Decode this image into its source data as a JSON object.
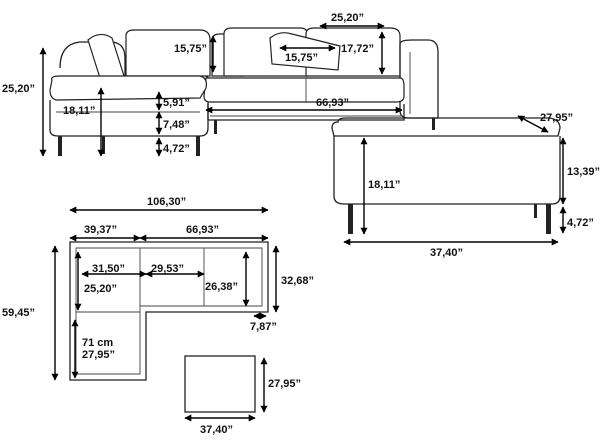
{
  "diagram": {
    "units": "inch",
    "labels": {
      "back_cushion_width": "25,20”",
      "back_cushion_height_left": "15,75”",
      "back_cushion_height_right": "17,72”",
      "back_cushion_width_small": "15,75”",
      "total_height": "25,20”",
      "seat_height": "18,11”",
      "backrest_offset": "5,91”",
      "seat_thickness": "7,48”",
      "leg_height": "4,72”",
      "sofa_width": "66,93”",
      "ottoman_depth": "27,95”",
      "ottoman_height": "13,39”",
      "ottoman_seat_height": "18,11”",
      "ottoman_leg": "4,72”",
      "ottoman_width": "37,40”",
      "total_width": "106,30”",
      "chaise_width": "39,37”",
      "main_width": "66,93”",
      "chaise_seat_width": "31,50”",
      "main_seat_width": "29,53”",
      "chaise_back": "25,20”",
      "seat_depth": "26,38”",
      "main_depth": "32,68”",
      "total_depth": "59,45”",
      "chaise_depth_cm": "71 cm",
      "chaise_depth_in": "27,95”",
      "armrest": "7,87”",
      "plan_ottoman_depth": "27,95”",
      "plan_ottoman_width": "37,40”"
    }
  }
}
